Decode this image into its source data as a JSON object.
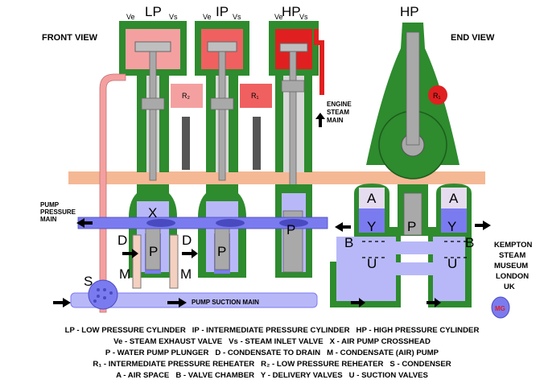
{
  "views": {
    "front": "FRONT VIEW",
    "end": "END VIEW"
  },
  "cylinders": {
    "lp": "LP",
    "ip": "IP",
    "hp": "HP",
    "hp_end": "HP"
  },
  "valve_labels": {
    "ve": "Ve",
    "vs": "Vs"
  },
  "reheaters": {
    "r2": "R₂",
    "r1": "R₁",
    "r1_end": "R₁"
  },
  "steam_main": [
    "ENGINE",
    "STEAM",
    "MAIN"
  ],
  "pump_main": [
    "PUMP",
    "PRESSURE",
    "MAIN"
  ],
  "suction_main": "PUMP SUCTION MAIN",
  "parts": {
    "x": "X",
    "p": "P",
    "d": "D",
    "m": "M",
    "s": "S",
    "a": "A",
    "b": "B",
    "y": "Y",
    "u": "U"
  },
  "museum": [
    "KEMPTON",
    "STEAM",
    "MUSEUM",
    "LONDON",
    "UK"
  ],
  "logo_text": "MG",
  "legend": [
    "LP - LOW PRESSURE CYLINDER   IP - INTERMEDIATE PRESSURE CYLINDER   HP - HIGH PRESSURE CYLINDER",
    "Ve - STEAM EXHAUST VALVE   Vs - STEAM INLET VALVE   X - AIR PUMP CROSSHEAD",
    "P - WATER PUMP PLUNGER   D - CONDENSATE TO DRAIN   M - CONDENSATE (AIR) PUMP",
    "R₁ - INTERMEDIATE PRESSURE REHEATER   R₂ - LOW PRESSURE REHEATER   S - CONDENSER",
    "A - AIR SPACE   B - VALVE CHAMBER   Y - DELIVERY VALVES   U - SUCTION VALVES"
  ],
  "colors": {
    "frame": "#2e8b2e",
    "hp_steam": "#e02020",
    "ip_steam": "#f06060",
    "lp_steam": "#f4a0a0",
    "water": "#7b7bf0",
    "water_light": "#b8b8f8",
    "floor": "#f5b895",
    "metal": "#a9a9a9",
    "air": "#e6dcf0"
  }
}
